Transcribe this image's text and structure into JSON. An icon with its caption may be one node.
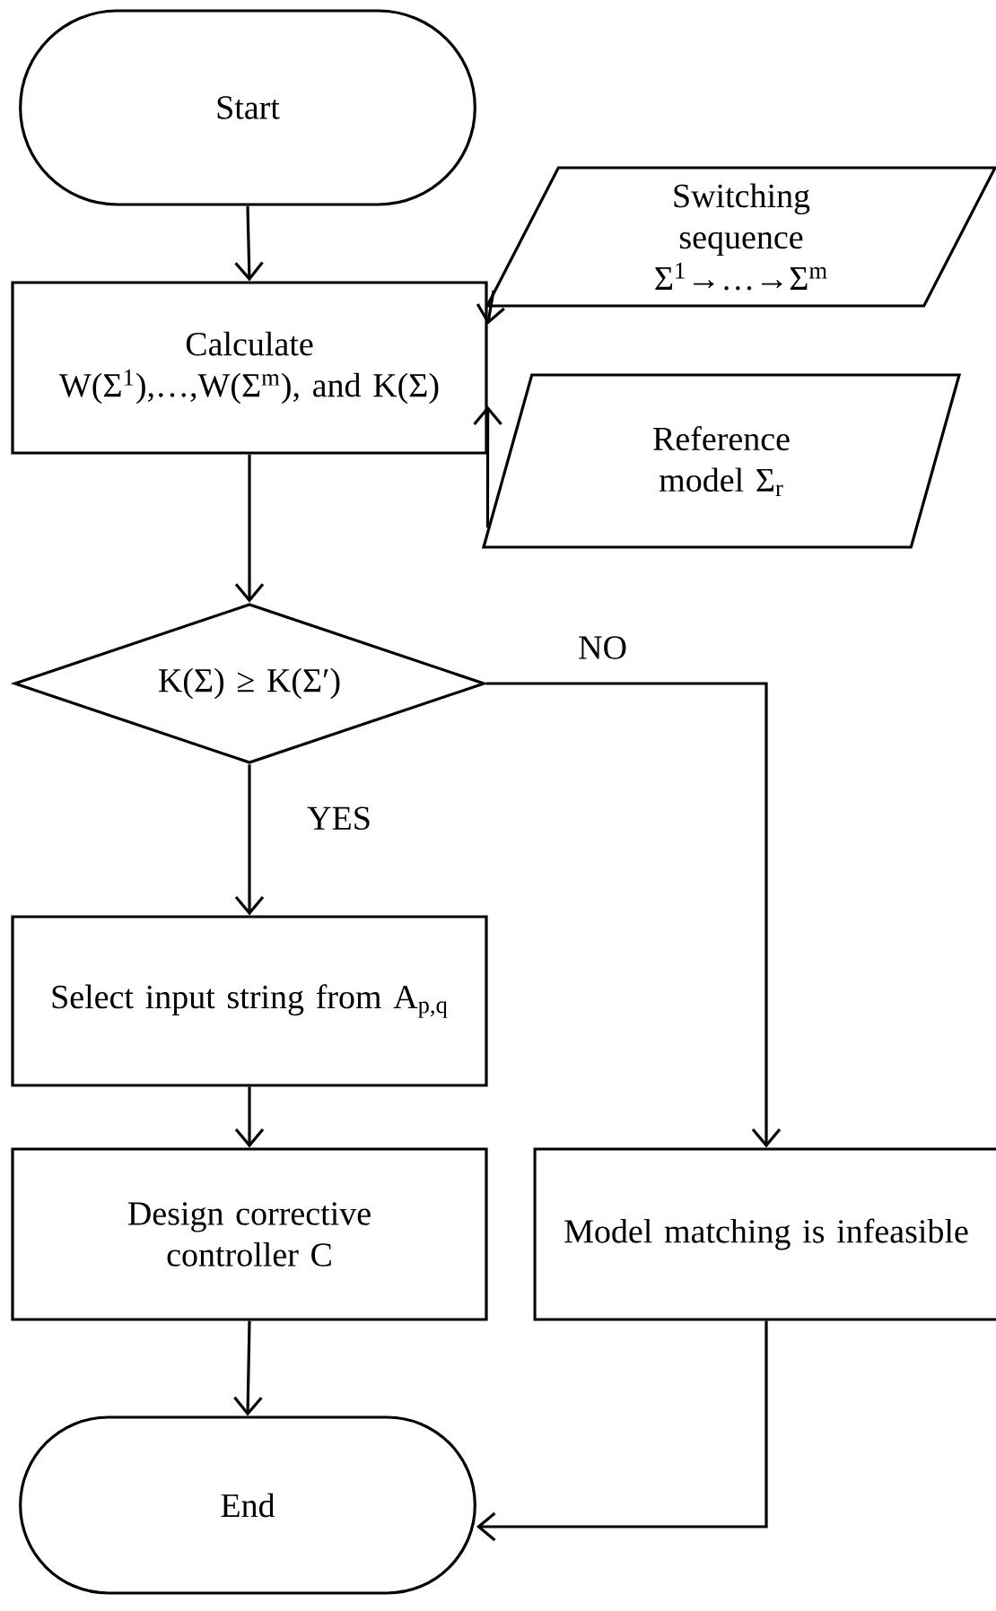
{
  "diagram": {
    "nodes": [
      {
        "text": [
          "Start"
        ]
      },
      {
        "text": [
          "Switching sequence Σ$^{1}$→…→Σ$^{m}$"
        ]
      },
      {
        "text": [
          "Calculate W(Σ$^{1}$),…,W(Σ$^{m}$), and K(Σ)"
        ]
      },
      {
        "text": [
          "Reference model Σ$_{r}$"
        ]
      },
      {
        "text": [
          "K(Σ) ≥ K(Σ′)"
        ]
      },
      {
        "text": [
          "Select input string from A$_{p,q}$"
        ]
      },
      {
        "text": [
          "Design corrective controller C"
        ]
      },
      {
        "text": [
          "Model matching is infeasible"
        ]
      },
      {
        "text": [
          "End"
        ]
      }
    ],
    "edges": [
      {
        "from": 0,
        "to": 2,
        "arrow": "to"
      },
      {
        "from": 1,
        "to": 2,
        "arrow": "to"
      },
      {
        "from": 3,
        "to": 2,
        "arrow": "to"
      },
      {
        "from": 2,
        "to": 4,
        "arrow": "to"
      },
      {
        "from": 4,
        "to": 5,
        "arrow": "to",
        "label": "YES"
      },
      {
        "from": 4,
        "to": 7,
        "arrow": "to",
        "label": "NO"
      },
      {
        "from": 5,
        "to": 6,
        "arrow": "to"
      },
      {
        "from": 6,
        "to": 8,
        "arrow": "to"
      },
      {
        "from": 7,
        "to": 8,
        "arrow": "to"
      }
    ]
  }
}
